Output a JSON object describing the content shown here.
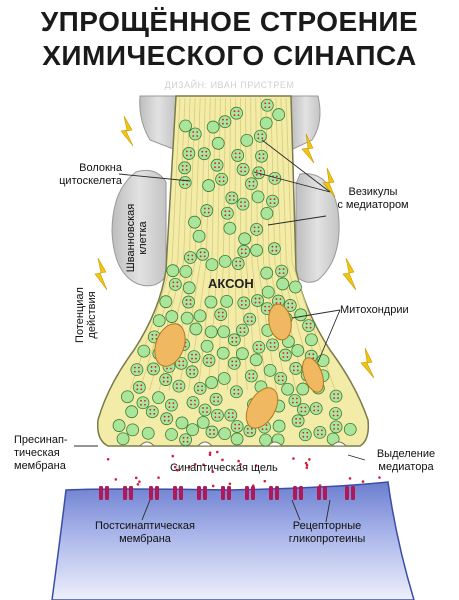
{
  "title": {
    "line1": "УПРОЩЁННОЕ СТРОЕНИЕ",
    "line2": "ХИМИЧЕСКОГО СИНАПСА"
  },
  "credit": "ДИЗАЙН: ИВАН ПРИСТРЕМ",
  "labels": {
    "cytoskeleton": "Волокна\nцитоскелета",
    "schwann": "Шванновская\nклетка",
    "action_potential": "Потенциал\nдействия",
    "axon": "АКСОН",
    "vesicles": "Везикулы\nс медиатором",
    "mitochondria": "Митохондрии",
    "presynaptic": "Пресинап-\nтическая\nмембрана",
    "cleft": "Синаптическая щель",
    "release": "Выделение\nмедиатора",
    "postsynaptic": "Постсинаптическая\nмембрана",
    "receptors": "Рецепторные\nгликопротеины"
  },
  "colors": {
    "axon_fill": "#f3eba8",
    "axon_stroke": "#7a7a4a",
    "schwann": "#d4d4d4",
    "vesicle": "#a9e59a",
    "vesicle_stroke": "#3d7a33",
    "mitochondria": "#f0b860",
    "postsynaptic": "#7f8fd6",
    "receptor": "#b01858",
    "neurotransmitter": "#d21f3c",
    "lightning": "#f2c510"
  }
}
